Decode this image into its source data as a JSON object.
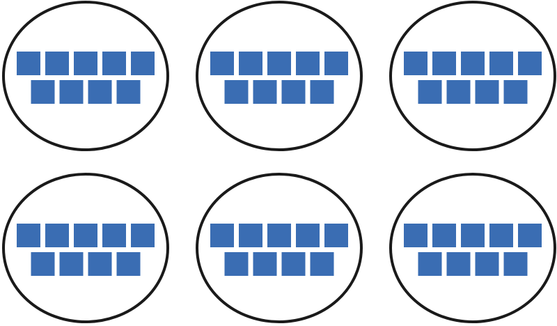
{
  "groups": [
    {
      "top_row_squares": 5,
      "bottom_row_squares": 4
    },
    {
      "top_row_squares": 5,
      "bottom_row_squares": 4
    },
    {
      "top_row_squares": 5,
      "bottom_row_squares": 4
    },
    {
      "top_row_squares": 5,
      "bottom_row_squares": 4
    },
    {
      "top_row_squares": 5,
      "bottom_row_squares": 4
    },
    {
      "top_row_squares": 5,
      "bottom_row_squares": 4
    }
  ],
  "colors": {
    "square_fill": "#3a6db3",
    "circle_stroke": "#1a1a1a",
    "background": "#ffffff"
  }
}
